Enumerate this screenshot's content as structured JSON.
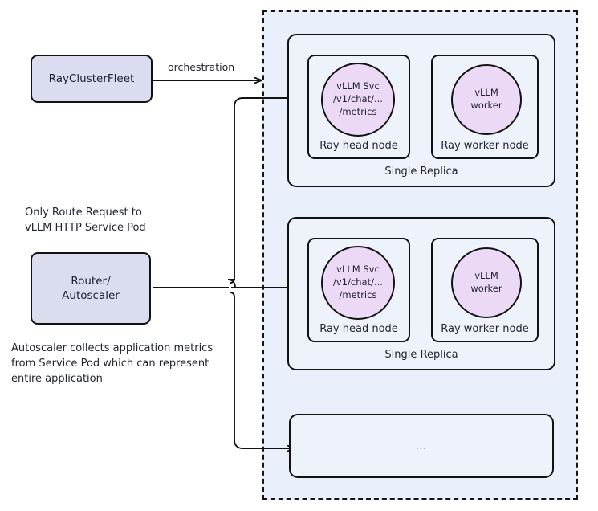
{
  "diagram": {
    "title": "vLLM Ray cluster routing and autoscaling architecture",
    "colors": {
      "lavender_box_fill": "#dadcf0",
      "panel_fill": "#eaf0fb",
      "replica_fill": "#eef2fb",
      "circle_fill": "#ecd9f6",
      "stroke": "#121212",
      "text": "#1f2330"
    }
  },
  "left": {
    "ray_cluster_fleet": "RayClusterFleet",
    "router_autoscaler": "Router/\nAutoscaler",
    "note_top": "Only Route Request to\nvLLM HTTP Service Pod",
    "note_bottom": "Autoscaler collects application metrics\nfrom Service Pod which can represent\nentire application"
  },
  "edges": {
    "orchestration_label": "orchestration"
  },
  "cluster": {
    "replicas": [
      {
        "label": "Single Replica",
        "head_node": {
          "label": "Ray head node",
          "service": "vLLM Svc\n/v1/chat/...\n/metrics"
        },
        "worker_node": {
          "label": "Ray worker node",
          "worker": "vLLM\nworker"
        }
      },
      {
        "label": "Single Replica",
        "head_node": {
          "label": "Ray head node",
          "service": "vLLM Svc\n/v1/chat/...\n/metrics"
        },
        "worker_node": {
          "label": "Ray worker node",
          "worker": "vLLM\nworker"
        }
      }
    ],
    "more_replicas": "..."
  }
}
